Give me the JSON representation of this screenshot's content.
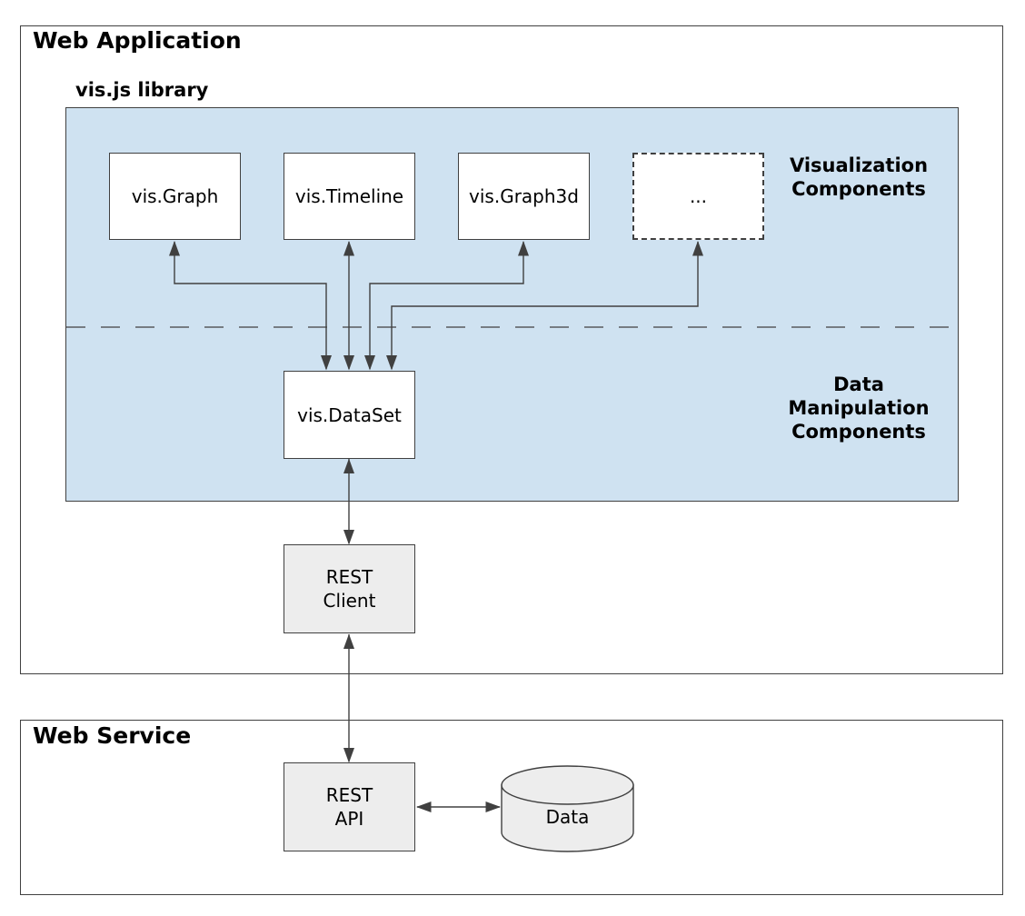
{
  "colors": {
    "library_background": "#cfe2f1",
    "node_fill_white": "#ffffff",
    "node_fill_gray": "#ededed",
    "line_and_border": "#404040",
    "text": "#000000"
  },
  "web_application": {
    "title": "Web Application",
    "library": {
      "title": "vis.js library",
      "visualization_section_label": [
        "Visualization",
        "Components"
      ],
      "data_section_label": [
        "Data",
        "Manipulation",
        "Components"
      ],
      "visualization_components": [
        {
          "label": "vis.Graph"
        },
        {
          "label": "vis.Timeline"
        },
        {
          "label": "vis.Graph3d"
        },
        {
          "label": "..."
        }
      ],
      "data_component": {
        "label": "vis.DataSet"
      }
    },
    "rest_client": {
      "label_lines": [
        "REST",
        "Client"
      ]
    }
  },
  "web_service": {
    "title": "Web Service",
    "rest_api": {
      "label_lines": [
        "REST",
        "API"
      ]
    },
    "data_store": {
      "label": "Data"
    }
  },
  "connections": [
    {
      "from": "vis.Graph",
      "to": "vis.DataSet",
      "bidirectional": true
    },
    {
      "from": "vis.Timeline",
      "to": "vis.DataSet",
      "bidirectional": true
    },
    {
      "from": "vis.Graph3d",
      "to": "vis.DataSet",
      "bidirectional": true
    },
    {
      "from": "...",
      "to": "vis.DataSet",
      "bidirectional": true
    },
    {
      "from": "vis.DataSet",
      "to": "REST Client",
      "bidirectional": true
    },
    {
      "from": "REST Client",
      "to": "REST API",
      "bidirectional": true
    },
    {
      "from": "REST API",
      "to": "Data",
      "bidirectional": true
    }
  ]
}
